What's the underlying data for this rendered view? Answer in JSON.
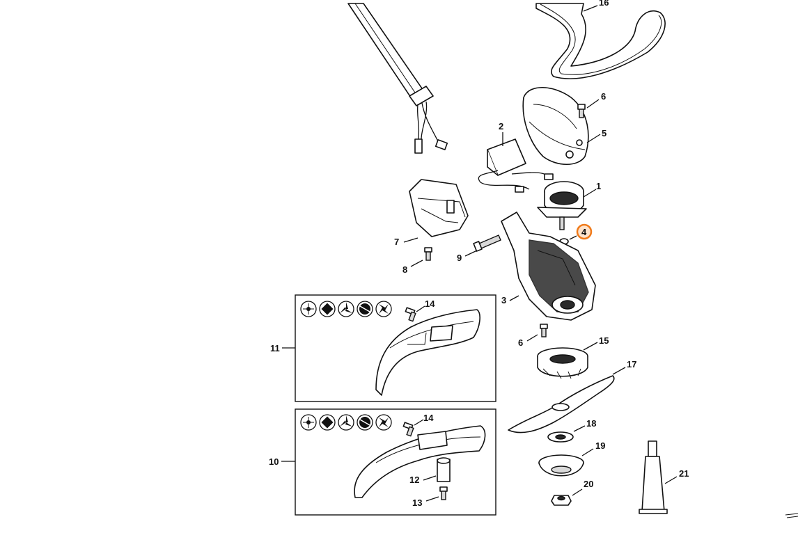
{
  "diagram": {
    "highlight_color": "#f07a1a",
    "parts": [
      {
        "id": "1",
        "label": "1"
      },
      {
        "id": "2",
        "label": "2"
      },
      {
        "id": "3",
        "label": "3"
      },
      {
        "id": "4",
        "label": "4",
        "highlighted": true
      },
      {
        "id": "5",
        "label": "5"
      },
      {
        "id": "6a",
        "label": "6"
      },
      {
        "id": "6b",
        "label": "6"
      },
      {
        "id": "7",
        "label": "7"
      },
      {
        "id": "8",
        "label": "8"
      },
      {
        "id": "9",
        "label": "9"
      },
      {
        "id": "10",
        "label": "10"
      },
      {
        "id": "11",
        "label": "11"
      },
      {
        "id": "12",
        "label": "12"
      },
      {
        "id": "13",
        "label": "13"
      },
      {
        "id": "14a",
        "label": "14"
      },
      {
        "id": "14b",
        "label": "14"
      },
      {
        "id": "15",
        "label": "15"
      },
      {
        "id": "16",
        "label": "16"
      },
      {
        "id": "17",
        "label": "17"
      },
      {
        "id": "18",
        "label": "18"
      },
      {
        "id": "19",
        "label": "19"
      },
      {
        "id": "20",
        "label": "20"
      },
      {
        "id": "21",
        "label": "21"
      }
    ],
    "tool_icons_upper": [
      "cutter-icon",
      "square-blade-icon",
      "three-blade-icon",
      "saw-blade-icon",
      "four-blade-icon"
    ],
    "tool_icons_lower": [
      "cutter-icon",
      "square-blade-icon",
      "three-blade-icon",
      "saw-blade-icon",
      "four-blade-icon"
    ]
  }
}
